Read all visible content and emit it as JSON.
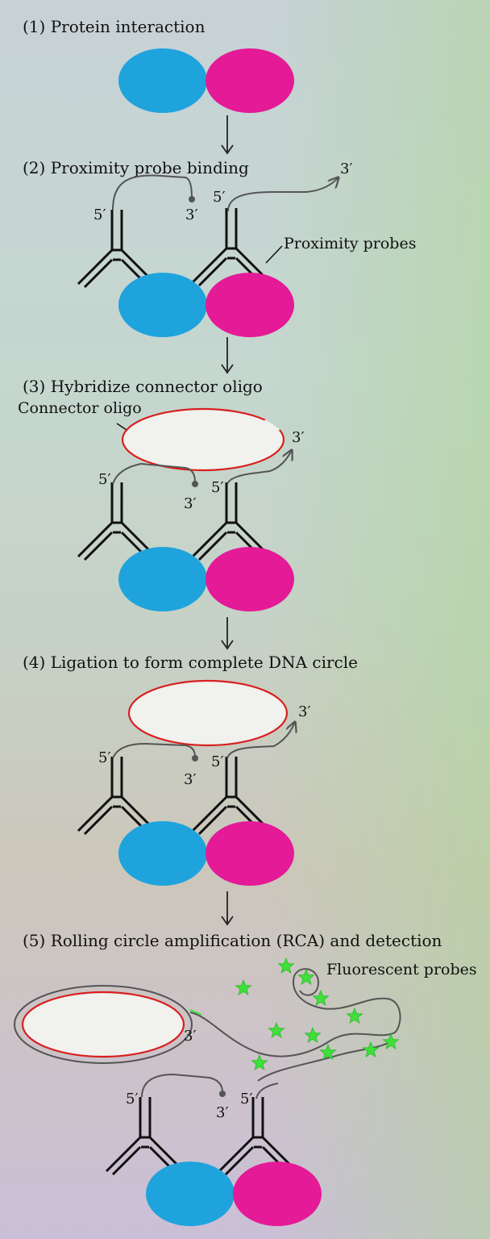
{
  "steps": [
    {
      "title": "(1) Protein interaction"
    },
    {
      "title": "(2) Proximity probe binding"
    },
    {
      "title": "(3) Hybridize connector oligo"
    },
    {
      "title": "(4) Ligation to form complete DNA circle"
    },
    {
      "title": "(5) Rolling circle amplification (RCA) and detection"
    }
  ],
  "labels": {
    "proximity_probes": "Proximity probes",
    "connector_oligo": "Connector oligo",
    "fluorescent_probes": "Fluorescent probes",
    "five_prime": "5′",
    "three_prime": "3′"
  },
  "colors": {
    "protein_a": "#1fa3dd",
    "protein_b": "#e41a97",
    "circle_outline": "#d81f1f",
    "circle_fill": "#f1f1ee",
    "probe_strand": "#555555",
    "fluorescent": "#3ee03a"
  }
}
